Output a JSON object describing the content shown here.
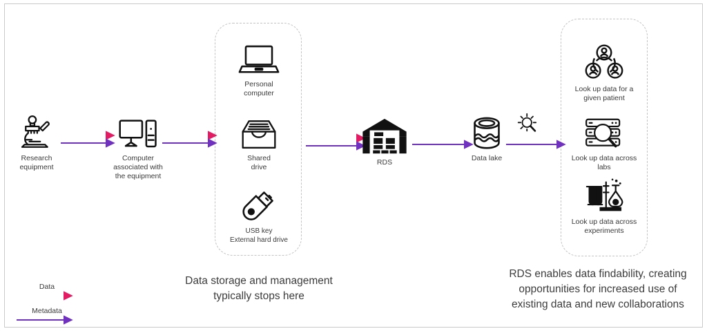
{
  "diagram": {
    "title_absent": "",
    "colors": {
      "data_arrow_start": "#b8268c",
      "data_arrow_end": "#e31b63",
      "metadata_arrow": "#7030c0",
      "icon_stroke": "#111111",
      "dashed_border": "#c2c2c2",
      "text": "#3a3a3a",
      "frame": "#c9c9c9"
    },
    "nodes": [
      {
        "id": "research-equipment",
        "icon": "microscope-icon",
        "label": "Research\nequipment"
      },
      {
        "id": "computer",
        "icon": "desktop-computer-icon",
        "label": "Computer\nassociated with\nthe equipment"
      },
      {
        "id": "personal-computer",
        "icon": "laptop-icon",
        "label": "Personal\ncomputer"
      },
      {
        "id": "shared-drive",
        "icon": "file-tray-icon",
        "label": "Shared\ndrive"
      },
      {
        "id": "usb-key",
        "icon": "usb-drive-icon",
        "label": "USB key\nExternal hard drive"
      },
      {
        "id": "rds",
        "icon": "warehouse-icon",
        "label": "RDS"
      },
      {
        "id": "data-lake",
        "icon": "data-lake-cylinder-icon",
        "label": "Data lake"
      },
      {
        "id": "lookup-patient",
        "icon": "people-network-icon",
        "label": "Look up data for a\ngiven patient"
      },
      {
        "id": "lookup-labs",
        "icon": "server-search-icon",
        "label": "Look up data across\nlabs"
      },
      {
        "id": "lookup-experiments",
        "icon": "test-tubes-flask-icon",
        "label": "Look up data across\nexperiments"
      }
    ],
    "search_badge": {
      "icon": "magnifier-sparkle-icon"
    },
    "captions": [
      {
        "id": "storage-caption",
        "text": "Data storage and management\ntypically stops here"
      },
      {
        "id": "rds-caption",
        "text": "RDS enables data findability, creating\nopportunities for increased use of\nexisting data and new collaborations"
      }
    ],
    "legend": {
      "items": [
        {
          "id": "legend-data",
          "label": "Data",
          "color": "#e31b63"
        },
        {
          "id": "legend-metadata",
          "label": "Metadata",
          "color": "#7030c0"
        }
      ]
    }
  }
}
